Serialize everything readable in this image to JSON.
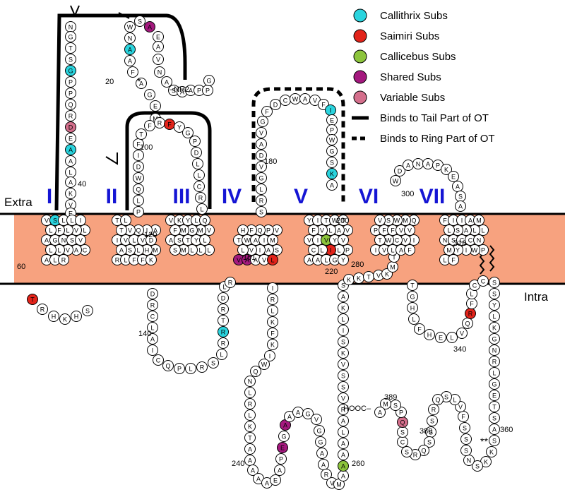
{
  "colors": {
    "membrane": "#f7a27f",
    "Callithrix": "#2ad4de",
    "Saimiri": "#e2231a",
    "Callicebus": "#8cc43c",
    "Shared": "#a4197e",
    "Variable": "#d46f8c",
    "helix_label": "#1515d4"
  },
  "regions": {
    "extra": "Extra",
    "intra": "Intra"
  },
  "helices": [
    "I",
    "II",
    "III",
    "IV",
    "V",
    "VI",
    "VII"
  ],
  "legend": [
    {
      "kind": "Callithrix",
      "label": "Callithrix Subs"
    },
    {
      "kind": "Saimiri",
      "label": "Saimiri Subs"
    },
    {
      "kind": "Callicebus",
      "label": "Callicebus Subs"
    },
    {
      "kind": "Shared",
      "label": "Shared Subs"
    },
    {
      "kind": "Variable",
      "label": "Variable Subs"
    },
    {
      "kind": "solid",
      "label": "Binds to Tail Part of OT"
    },
    {
      "kind": "dashed",
      "label": "Binds to Ring Part of OT"
    }
  ],
  "termini": {
    "n": "–NH2",
    "c": "HOOC–"
  },
  "markers": {
    "single": "*",
    "double": "**"
  },
  "position_labels": [
    "20",
    "40",
    "60",
    "100",
    "120",
    "140",
    "161",
    "180",
    "200",
    "220",
    "240",
    "260",
    "280",
    "300",
    "318",
    "340",
    "360",
    "380",
    "389"
  ],
  "segments": [
    {
      "id": "nterm-up",
      "seq": "MEGAFAANWSAEAVNASAAPPG"
    },
    {
      "id": "nterm-desc",
      "seq": "NGTSGPPQRDEAALAKVE"
    },
    {
      "id": "tm1",
      "seq": "VSLLILVLFLAGNSVCAVLLALR"
    },
    {
      "id": "icl1",
      "seq": "TRHKHS"
    },
    {
      "id": "tm2",
      "seq": "RLFFKMHLSAIVLVDAIQVTTL"
    },
    {
      "id": "ecl1",
      "seq": "PLQWDIFTFRFYGPDLLCRL"
    },
    {
      "id": "tm3",
      "seq": "VKYLQVMGMFASTYLLLLMS"
    },
    {
      "id": "icl2",
      "seq": "DRCLAICQPLRSLRRTRDLR"
    },
    {
      "id": "tm4",
      "seq": "VAAVLSAIVLTWAIMVPQFH"
    },
    {
      "id": "ecl2",
      "seq": "SRLGVDAVGFDCWAVFIEPWGSKA"
    },
    {
      "id": "tm5",
      "seq": "YITWTVALVFVIVYVPLILCAALGY"
    },
    {
      "id": "icl3a",
      "seq": "IRLKFKIWQNLRLKTAAAAAEAPEGAAAGVGGAARVMAPSA"
    },
    {
      "id": "icl3b",
      "seq": "AAALARVSSVKSILKASKKTVKMTF"
    },
    {
      "id": "tm6",
      "seq": "IVLAFIVCWTPFFVVQMWSV"
    },
    {
      "id": "ecl3",
      "seq": "WDANAPKEASA"
    },
    {
      "id": "tm7",
      "seq": "FIIAMLLASLNSCCNPWIYMLF"
    },
    {
      "id": "helix8",
      "seq": "TGHLFHELVQRFLCC"
    },
    {
      "id": "cterm",
      "seq": "SSYLKGNRLGETSASKKSNSSSFVLSQRSSSQRSCSQPSMA"
    }
  ]
}
